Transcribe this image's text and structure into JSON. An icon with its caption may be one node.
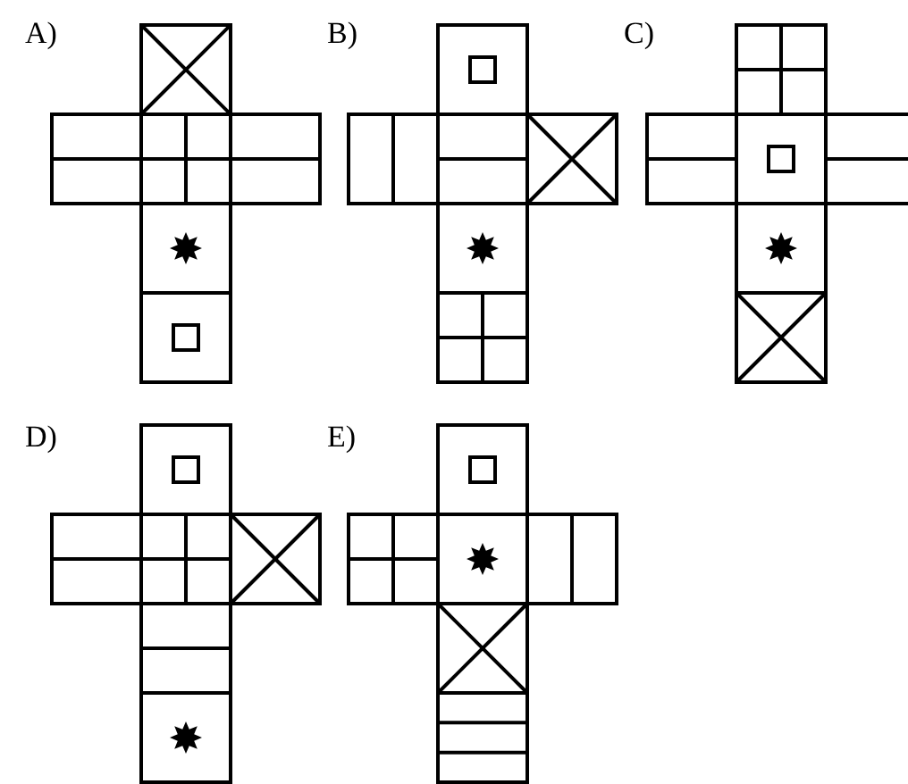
{
  "diagram": {
    "labels": [
      "A)",
      "B)",
      "C)",
      "D)",
      "E)"
    ]
  }
}
